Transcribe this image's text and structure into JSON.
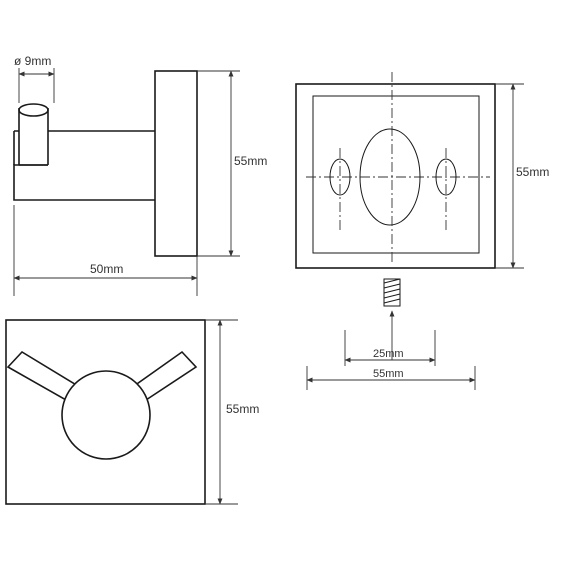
{
  "views": {
    "side": {
      "diameter_label": "ø 9mm",
      "height_label": "55mm",
      "depth_label": "50mm"
    },
    "back": {
      "height_label": "55mm",
      "hole_spacing_label": "25mm",
      "width_label": "55mm"
    },
    "front": {
      "height_label": "55mm"
    }
  },
  "colors": {
    "line": "#1a1a1a",
    "text": "#333333",
    "background": "#ffffff"
  }
}
